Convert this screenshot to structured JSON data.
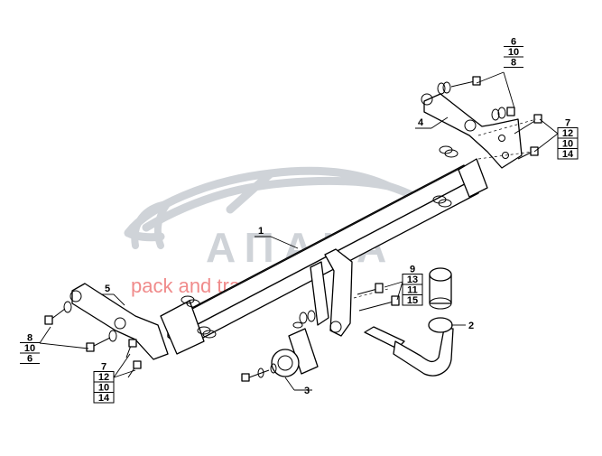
{
  "watermark": {
    "brand": "АПАКА",
    "tagline": "pack and travel",
    "logo_color": "#cfd3d8",
    "tagline_color": "#f08b8b"
  },
  "callouts": {
    "p1": "1",
    "p2": "2",
    "p3": "3",
    "p4": "4",
    "p5": "5",
    "group_top": [
      "6",
      "10",
      "8"
    ],
    "group_right": [
      "7",
      "12",
      "10",
      "14"
    ],
    "group_center": [
      "9",
      "13",
      "11",
      "15"
    ],
    "group_left_upper": [
      "8",
      "10",
      "6"
    ],
    "group_left_lower": [
      "7",
      "12",
      "10",
      "14"
    ]
  }
}
